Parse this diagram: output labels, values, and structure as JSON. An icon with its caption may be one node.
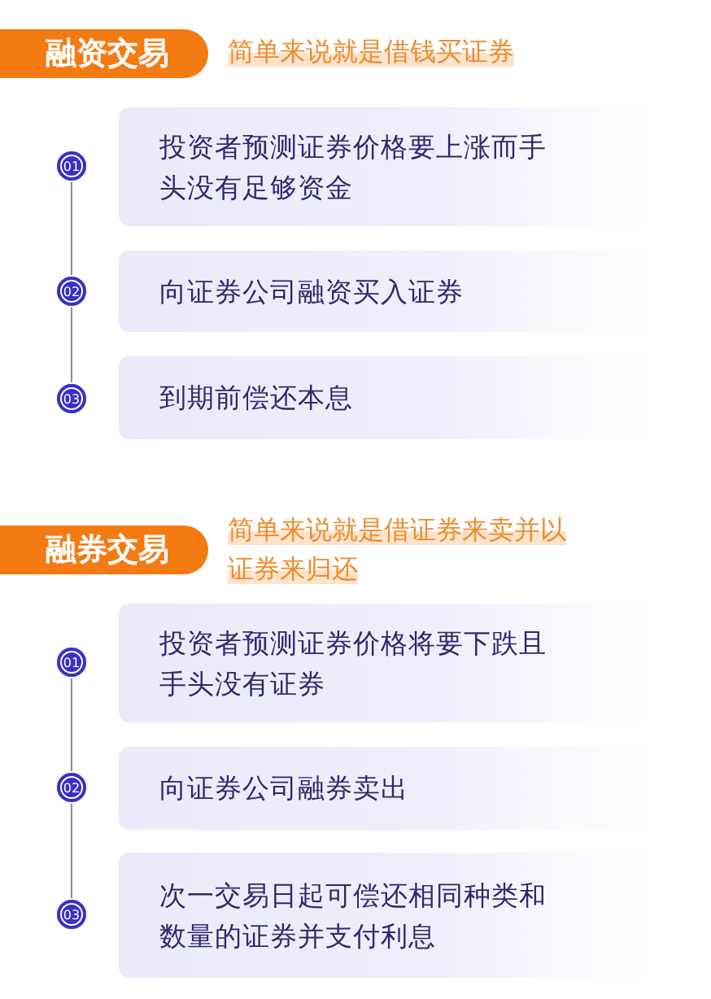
{
  "diagram": {
    "nodes": [
      {
        "text": [
          "融资交易"
        ],
        "beside": [
          "简单来说就是借钱买证券"
        ]
      },
      {
        "text": [
          "01"
        ]
      },
      {
        "text": [
          "投资者预测证券价格要上涨而手头没有足够资金"
        ]
      },
      {
        "text": [
          "02"
        ]
      },
      {
        "text": [
          "向证券公司融资买入证券"
        ]
      },
      {
        "text": [
          "03"
        ]
      },
      {
        "text": [
          "到期前偿还本息"
        ]
      },
      {
        "text": [
          "融券交易"
        ],
        "beside": [
          "简单来说就是借证券来卖并以证券来归还"
        ]
      },
      {
        "text": [
          "01"
        ]
      },
      {
        "text": [
          "投资者预测证券价格将要下跌且手头没有证券"
        ]
      },
      {
        "text": [
          "02"
        ]
      },
      {
        "text": [
          "向证券公司融券卖出"
        ]
      },
      {
        "text": [
          "03"
        ]
      },
      {
        "text": [
          "次一交易日起可偿还相同种类和数量的证券并支付利息"
        ]
      }
    ],
    "edges": [
      {
        "from": 1,
        "to": 3,
        "arrow": "none"
      },
      {
        "from": 3,
        "to": 5,
        "arrow": "none"
      },
      {
        "from": 8,
        "to": 10,
        "arrow": "none"
      },
      {
        "from": 10,
        "to": 12,
        "arrow": "none"
      }
    ]
  }
}
